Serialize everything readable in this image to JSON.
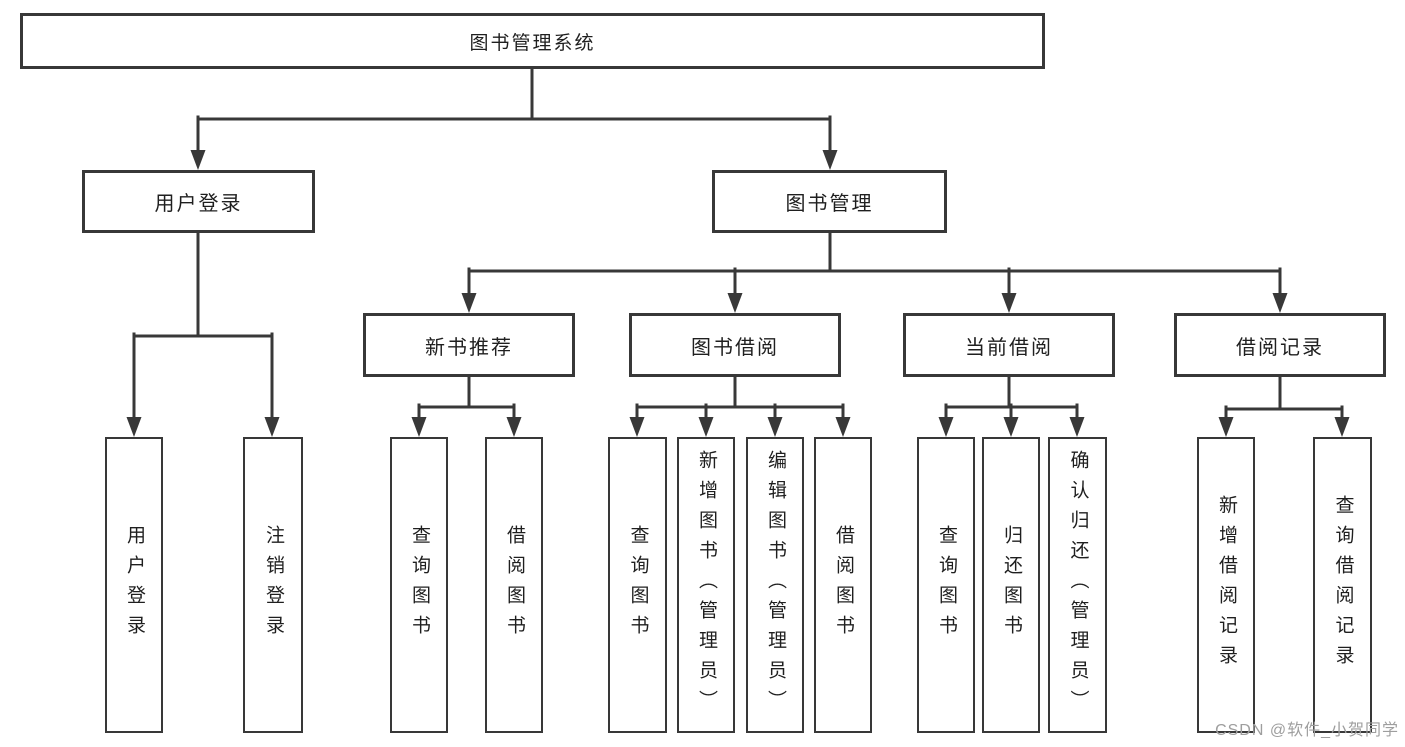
{
  "colors": {
    "background": "#ffffff",
    "line": "#383838",
    "text": "#1f1f1f",
    "watermark": "#9e9e9e"
  },
  "watermark": {
    "text": "CSDN @软件_小贺同学"
  },
  "tree": {
    "label": "图书管理系统",
    "children": [
      {
        "label": "用户登录",
        "children": [
          {
            "label": "用户登录"
          },
          {
            "label": "注销登录"
          }
        ]
      },
      {
        "label": "图书管理",
        "children": [
          {
            "label": "新书推荐",
            "children": [
              {
                "label": "查询图书"
              },
              {
                "label": "借阅图书"
              }
            ]
          },
          {
            "label": "图书借阅",
            "children": [
              {
                "label": "查询图书"
              },
              {
                "label": "新增图书（管理员）"
              },
              {
                "label": "编辑图书（管理员）"
              },
              {
                "label": "借阅图书"
              }
            ]
          },
          {
            "label": "当前借阅",
            "children": [
              {
                "label": "查询图书"
              },
              {
                "label": "归还图书"
              },
              {
                "label": "确认归还（管理员）"
              }
            ]
          },
          {
            "label": "借阅记录",
            "children": [
              {
                "label": "新增借阅记录"
              },
              {
                "label": "查询借阅记录"
              }
            ]
          }
        ]
      }
    ]
  }
}
